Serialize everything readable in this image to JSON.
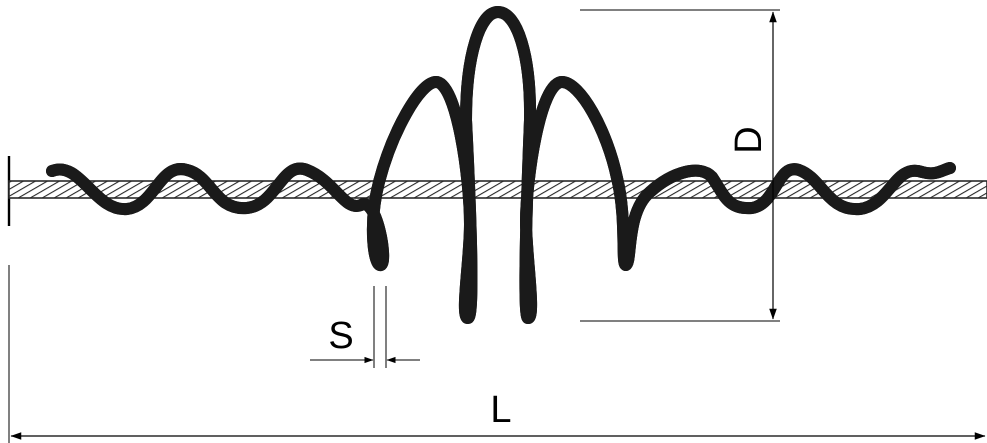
{
  "labels": {
    "D": "D",
    "S": "S",
    "L": "L"
  },
  "colors": {
    "helix_fill": "#e8103e",
    "helix_stroke": "#1a1a1a",
    "cable": "#2a2a2a",
    "background": "#ffffff"
  }
}
